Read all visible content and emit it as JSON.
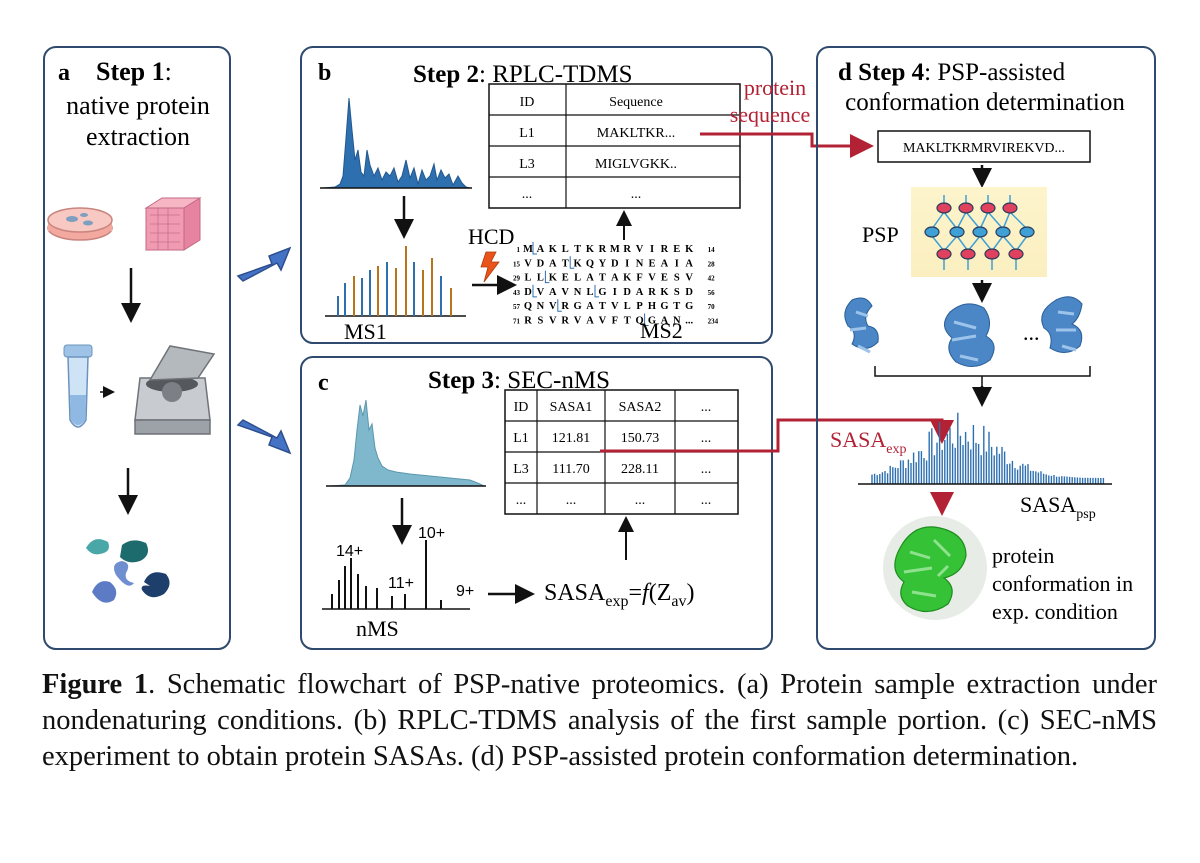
{
  "panel_a": {
    "letter": "a",
    "step": "Step 1",
    "title_lines": [
      "native protein",
      "extraction"
    ]
  },
  "panel_b": {
    "letter": "b",
    "step": "Step 2",
    "title": "RPLC-TDMS",
    "table": {
      "headers": [
        "ID",
        "Sequence"
      ],
      "rows": [
        [
          "L1",
          "MAKLTKR..."
        ],
        [
          "L3",
          "MIGLVGKK.."
        ],
        [
          "...",
          "..."
        ]
      ]
    },
    "hcd": "HCD",
    "ms1": "MS1",
    "ms2": "MS2",
    "ms2_grid": {
      "rows": [
        {
          "start": "1",
          "res": [
            "M",
            "A",
            "K",
            "L",
            "T",
            "K",
            "R",
            "M",
            "R",
            "V",
            "I",
            "R",
            "E",
            "K"
          ],
          "end": "14"
        },
        {
          "start": "15",
          "res": [
            "V",
            "D",
            "A",
            "T",
            "K",
            "Q",
            "Y",
            "D",
            "I",
            "N",
            "E",
            "A",
            "I",
            "A"
          ],
          "end": "28"
        },
        {
          "start": "29",
          "res": [
            "L",
            "L",
            "K",
            "E",
            "L",
            "A",
            "T",
            "A",
            "K",
            "F",
            "V",
            "E",
            "S",
            "V"
          ],
          "end": "42"
        },
        {
          "start": "43",
          "res": [
            "D",
            "V",
            "A",
            "V",
            "N",
            "L",
            "G",
            "I",
            "D",
            "A",
            "R",
            "K",
            "S",
            "D"
          ],
          "end": "56"
        },
        {
          "start": "57",
          "res": [
            "Q",
            "N",
            "V",
            "R",
            "G",
            "A",
            "T",
            "V",
            "L",
            "P",
            "H",
            "G",
            "T",
            "G"
          ],
          "end": "70"
        },
        {
          "start": "71",
          "res": [
            "R",
            "S",
            "V",
            "R",
            "V",
            "A",
            "V",
            "F",
            "T",
            "Q",
            "G",
            "A",
            "N",
            "..."
          ],
          "end": "234"
        }
      ]
    }
  },
  "panel_c": {
    "letter": "c",
    "step": "Step 3",
    "title": "SEC-nMS",
    "table": {
      "headers": [
        "ID",
        "SASA1",
        "SASA2",
        "..."
      ],
      "rows": [
        [
          "L1",
          "121.81",
          "150.73",
          "..."
        ],
        [
          "L3",
          "111.70",
          "228.11",
          "..."
        ],
        [
          "...",
          "...",
          "...",
          "..."
        ]
      ]
    },
    "peaks": [
      "14+",
      "10+",
      "11+",
      "9+"
    ],
    "nms": "nMS",
    "formula": {
      "base": "SASA",
      "sub": "exp",
      "eq": "=",
      "f": "f",
      "arg": "Z",
      "arg_sub": "av"
    }
  },
  "panel_d": {
    "letter": "d",
    "step": "Step 4",
    "title_lines": [
      "PSP-assisted",
      "conformation determination"
    ],
    "sequence": "MAKLTKRMRVIREKVD...",
    "psp": "PSP",
    "ellipsis": "...",
    "sasa_exp": {
      "base": "SASA",
      "sub": "exp"
    },
    "sasa_psp": {
      "base": "SASA",
      "sub": "psp"
    },
    "result_lines": [
      "protein",
      "conformation in",
      "exp. condition"
    ]
  },
  "connector_label": [
    "protein",
    "sequence"
  ],
  "caption": {
    "label": "Figure 1",
    "text": ". Schematic flowchart of PSP-native proteomics. (a) Protein sample extraction under nondenaturing conditions. (b) RPLC-TDMS analysis of the first sample portion. (c) SEC-nMS experiment to obtain protein SASAs. (d) PSP-assisted protein conformation determination."
  },
  "colors": {
    "panel_border": "#2f4a6e",
    "arrow_blue": "#4472c4",
    "connector_red": "#b22234",
    "trace_blue": "#2e6fb0",
    "trace_teal": "#7fb8cc",
    "orange": "#b8741a"
  }
}
